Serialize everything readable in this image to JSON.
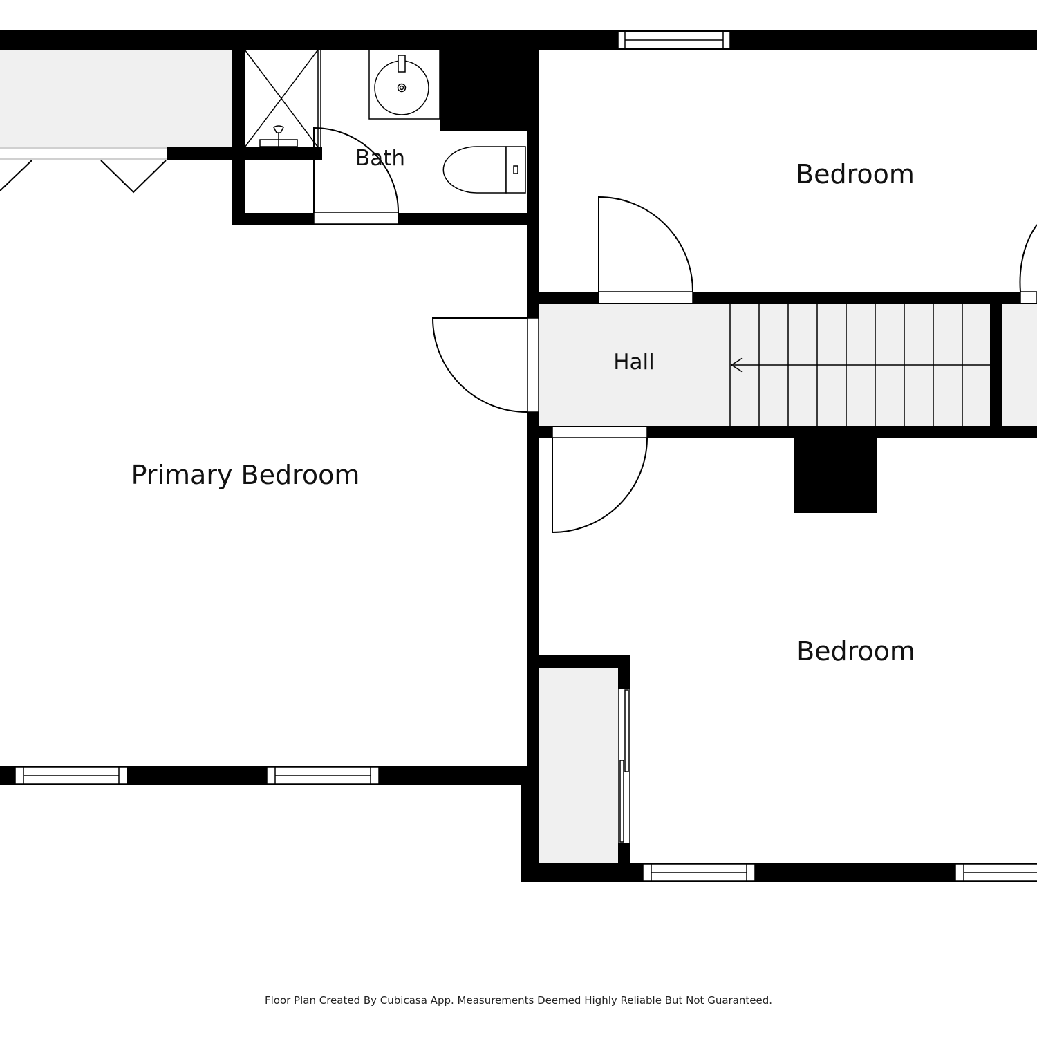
{
  "rooms": {
    "primary_bedroom": "Primary Bedroom",
    "bath": "Bath",
    "bedroom_top": "Bedroom",
    "bedroom_bottom": "Bedroom",
    "hall": "Hall"
  },
  "footer": {
    "note": "Floor Plan Created By Cubicasa App. Measurements Deemed Highly Reliable But Not Guaranteed."
  },
  "colors": {
    "wall": "#000000",
    "floor_fill": "#f0f0f0",
    "background": "#ffffff"
  }
}
